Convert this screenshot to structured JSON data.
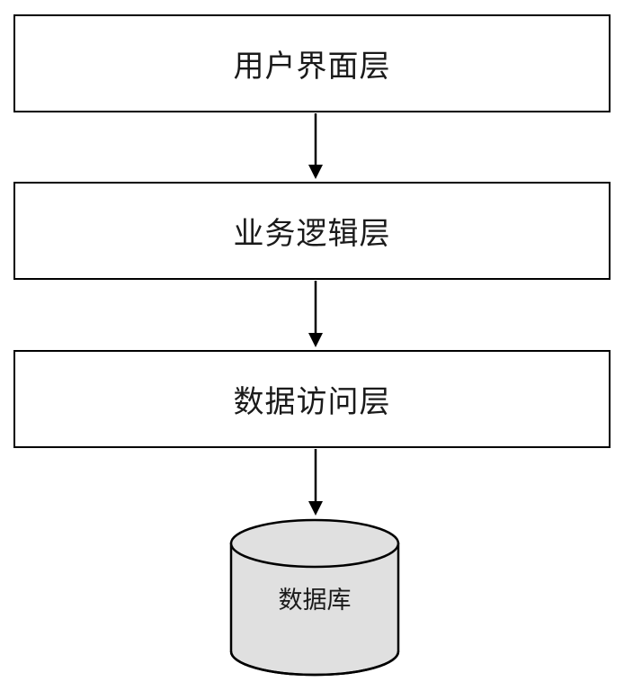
{
  "layers": [
    {
      "label": "用户界面层"
    },
    {
      "label": "业务逻辑层"
    },
    {
      "label": "数据访问层"
    }
  ],
  "database": {
    "label": "数据库"
  },
  "colors": {
    "stroke": "#000000",
    "cylinder_fill": "#e0e0e0",
    "text": "#1a1a1a"
  }
}
